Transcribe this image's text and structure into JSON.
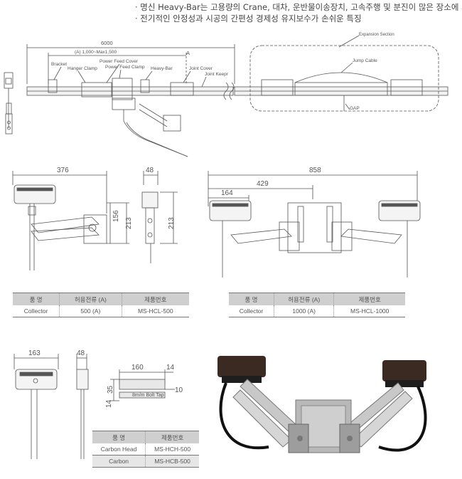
{
  "header": {
    "bullet1": "· 명신 Heavy-Bar는 고용량의 Crane, 대차, 운반물이송장치, 고속주행 및 분진이 많은 장소에 사용",
    "bullet2": "· 전기적인 안정성과 시공의 간편성 경제성 유지보수가 손쉬운 특징"
  },
  "overview": {
    "dim_total": "6000",
    "dim_a": "(A) 1,000~Max1,500",
    "marker_a": "A",
    "bracket": "Bracket",
    "hanger_clamp": "Hanger Clamp",
    "power_feed_cover": "Power Feed Cover",
    "power_feed_clamp": "Power Feed Clamp",
    "heavy_bar": "Heavy-Bar",
    "joint_cover": "Joint Cover",
    "joint_keeper": "Joint Keepr",
    "expansion_section": "Expansion Section",
    "jump_cable": "Jump Cable",
    "gap": "GAP"
  },
  "collector500": {
    "dim_width": "376",
    "dim_side": "48",
    "dim_156": "156",
    "dim_213a": "213",
    "dim_213b": "213",
    "table": {
      "headers": [
        "품 명",
        "허용전류 (A)",
        "제품번호"
      ],
      "rows": [
        [
          "Collector",
          "500 (A)",
          "MS-HCL-500"
        ]
      ]
    }
  },
  "collector1000": {
    "dim_total": "858",
    "dim_429": "429",
    "dim_164": "164",
    "table": {
      "headers": [
        "품 명",
        "허용전류 (A)",
        "제품번호"
      ],
      "rows": [
        [
          "Collector",
          "1000 (A)",
          "MS-HCL-1000"
        ]
      ]
    }
  },
  "carbon": {
    "dim_163": "163",
    "dim_48": "48",
    "dim_160": "160",
    "dim_14a": "14",
    "dim_35": "35",
    "dim_14b": "14",
    "dim_10": "10",
    "bolt_tap": "8m/m Bolt Tap",
    "table": {
      "headers": [
        "품 명",
        "제품번호"
      ],
      "rows": [
        [
          "Carbon Head",
          "MS-HCH-500"
        ],
        [
          "Carbon",
          "MS-HCB-500"
        ]
      ]
    }
  },
  "colors": {
    "line": "#555555",
    "photo_bg": "#ffffff",
    "table_head": "#cfcfcf"
  }
}
